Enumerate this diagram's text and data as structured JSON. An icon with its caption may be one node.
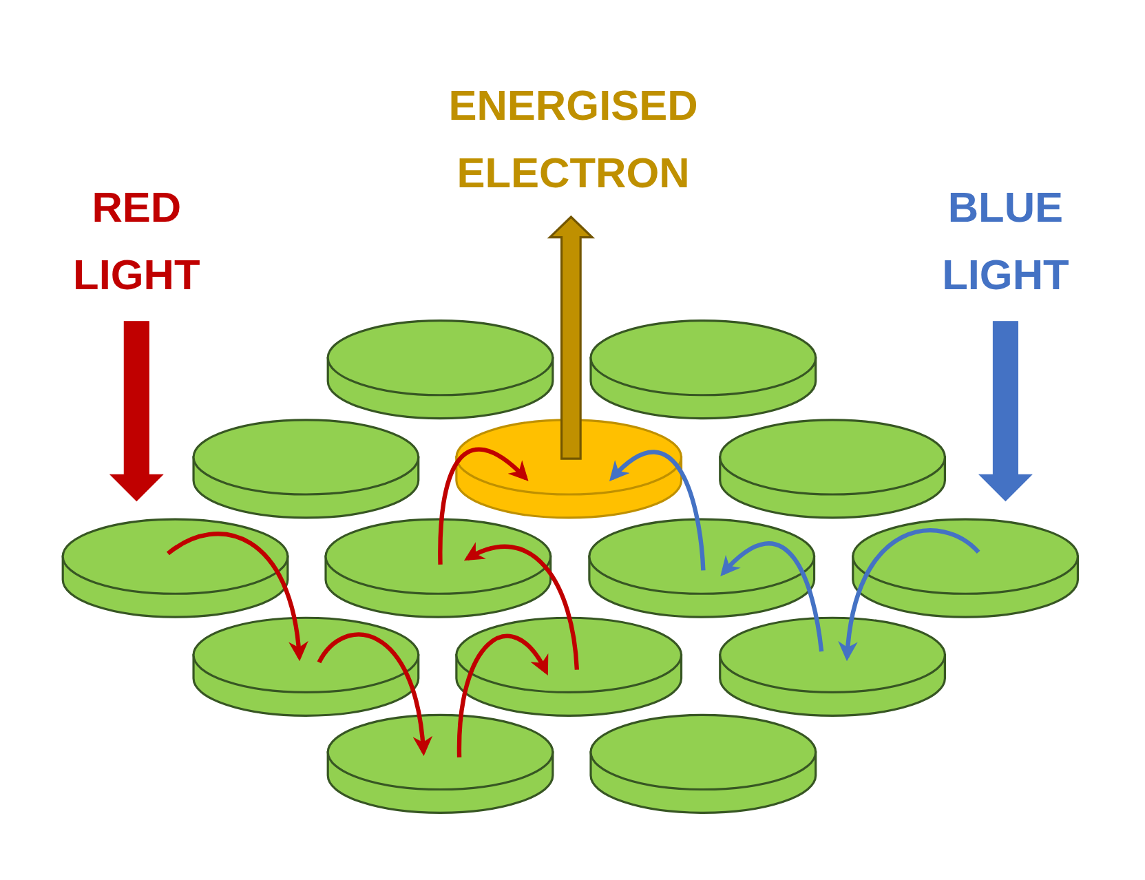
{
  "diagram": {
    "nodes": [
      {
        "text": [
          "ENERGISED ELECTRON"
        ]
      },
      {
        "text": [
          "RED LIGHT"
        ]
      },
      {
        "text": [
          "BLUE LIGHT"
        ]
      },
      {
        "text": [],
        "shape": "cylinder"
      },
      {
        "text": [],
        "shape": "cylinder"
      },
      {
        "text": [],
        "shape": "cylinder"
      },
      {
        "text": [],
        "shape": "cylinder"
      },
      {
        "text": [],
        "shape": "cylinder"
      },
      {
        "text": [],
        "shape": "cylinder"
      },
      {
        "text": [],
        "shape": "cylinder"
      },
      {
        "text": [],
        "shape": "cylinder"
      },
      {
        "text": [],
        "shape": "cylinder"
      },
      {
        "text": [],
        "shape": "cylinder"
      },
      {
        "text": [],
        "shape": "cylinder"
      },
      {
        "text": [],
        "shape": "cylinder"
      },
      {
        "text": [],
        "shape": "cylinder"
      },
      {
        "text": [],
        "shape": "cylinder"
      }
    ],
    "edges": [
      {
        "from": 1,
        "to": 8,
        "arrow": "to",
        "style": "thick"
      },
      {
        "from": 2,
        "to": 11,
        "arrow": "to",
        "style": "thick",
        "color": "#4472c4"
      },
      {
        "from": 6,
        "to": 0,
        "arrow": "to",
        "style": "thick",
        "color": "#bf9000"
      },
      {
        "from": 8,
        "to": 12,
        "arrow": "to"
      },
      {
        "from": 12,
        "to": 15,
        "arrow": "to"
      },
      {
        "from": 15,
        "to": 13,
        "arrow": "to"
      },
      {
        "from": 13,
        "to": 9,
        "arrow": "to"
      },
      {
        "from": 9,
        "to": 6,
        "arrow": "to"
      },
      {
        "from": 11,
        "to": 14,
        "arrow": "to",
        "color": "#4472c4"
      },
      {
        "from": 14,
        "to": 10,
        "arrow": "to",
        "color": "#4472c4"
      },
      {
        "from": 10,
        "to": 6,
        "arrow": "to",
        "color": "#4472c4"
      }
    ]
  }
}
